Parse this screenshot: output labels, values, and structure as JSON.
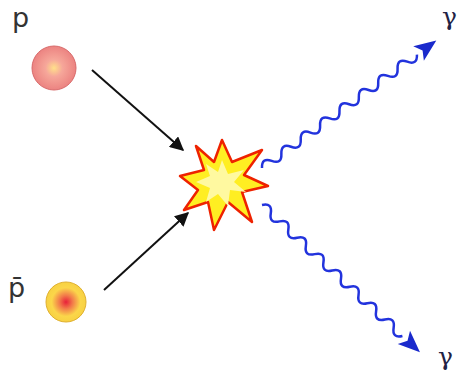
{
  "diagram": {
    "nodes": [
      {
        "text": [
          "p"
        ]
      },
      {
        "text": [
          "p̄"
        ]
      }
    ],
    "labels": [
      "γ",
      "γ"
    ]
  }
}
